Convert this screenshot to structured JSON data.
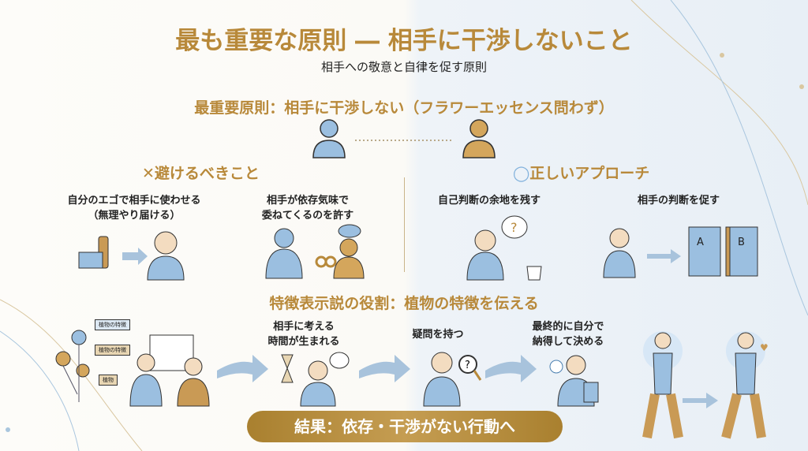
{
  "header": {
    "title": "最も重要な原則 ― 相手に干渉しないこと",
    "subtitle": "相手への敬意と自律を促す原則"
  },
  "principle": {
    "label": "最重要原則：相手に干渉しない（フラワーエッセンス問わず）"
  },
  "avoid": {
    "icon": "x-mark-icon",
    "heading": "避けるべきこと",
    "items": [
      {
        "line1": "自分のエゴで相手に使わせる",
        "line2": "（無理やり届ける）"
      },
      {
        "line1": "相手が依存気味で",
        "line2": "委ねてくるのを許す"
      }
    ]
  },
  "correct": {
    "icon": "circle-icon",
    "heading": "正しいアプローチ",
    "items": [
      {
        "line1": "自己判断の余地を残す"
      },
      {
        "line1": "相手の判断を促す"
      }
    ],
    "doors": [
      "A",
      "B"
    ]
  },
  "role": {
    "heading": "特徴表示説の役割：植物の特徴を伝える",
    "tags": [
      "植物の特徴",
      "植物の特徴",
      "植物"
    ],
    "steps": [
      {
        "line1": "相手に考える",
        "line2": "時間が生まれる"
      },
      {
        "line1": "疑問を持つ"
      },
      {
        "line1": "最終的に自分で",
        "line2": "納得して決める"
      }
    ]
  },
  "result": {
    "label": "結果：依存・干渉がない行動へ"
  },
  "colors": {
    "gold": "#b8893a",
    "blue": "#8fb3d6"
  }
}
